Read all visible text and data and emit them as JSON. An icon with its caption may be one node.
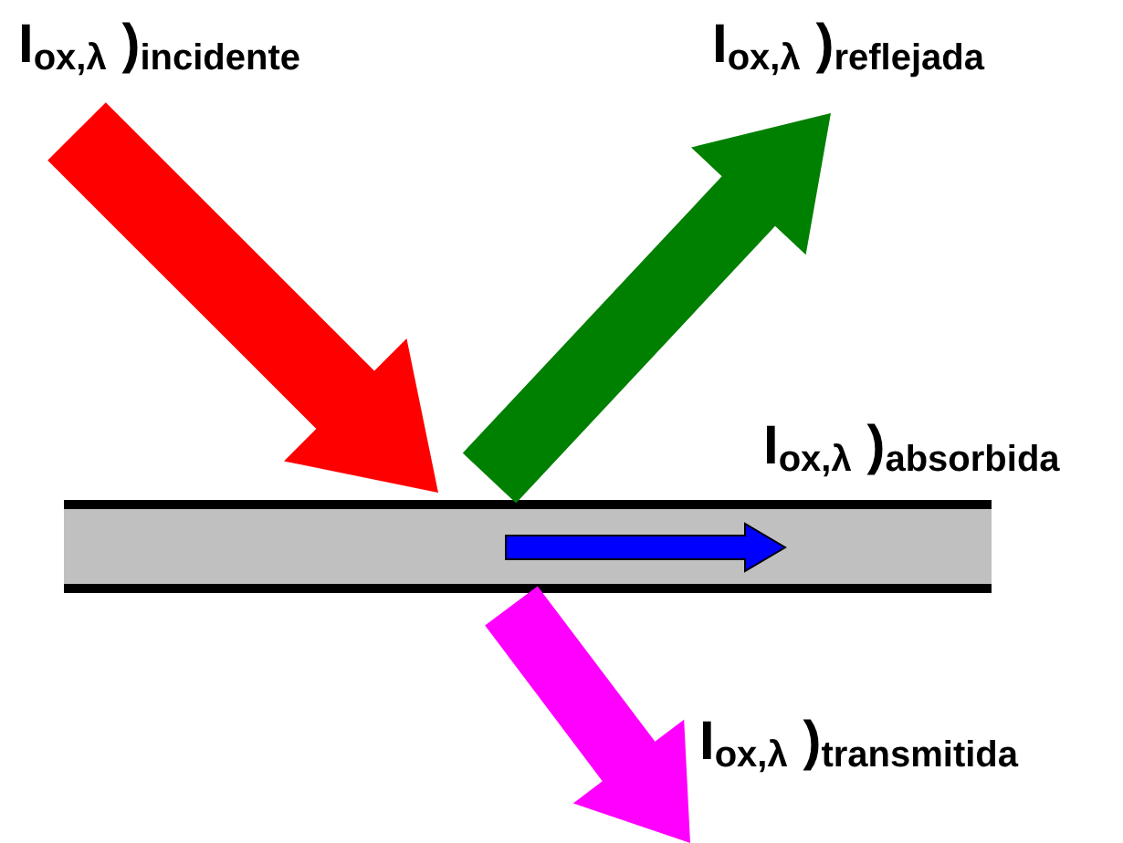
{
  "diagram": {
    "labels": [
      "I$_{ox,λ}$ )$_{incidente}$",
      "I$_{ox,λ}$ )$_{reflejada}$",
      "I$_{ox,λ}$ )$_{absorbida}$",
      "I$_{ox,λ}$ )$_{transmitida}$"
    ]
  }
}
